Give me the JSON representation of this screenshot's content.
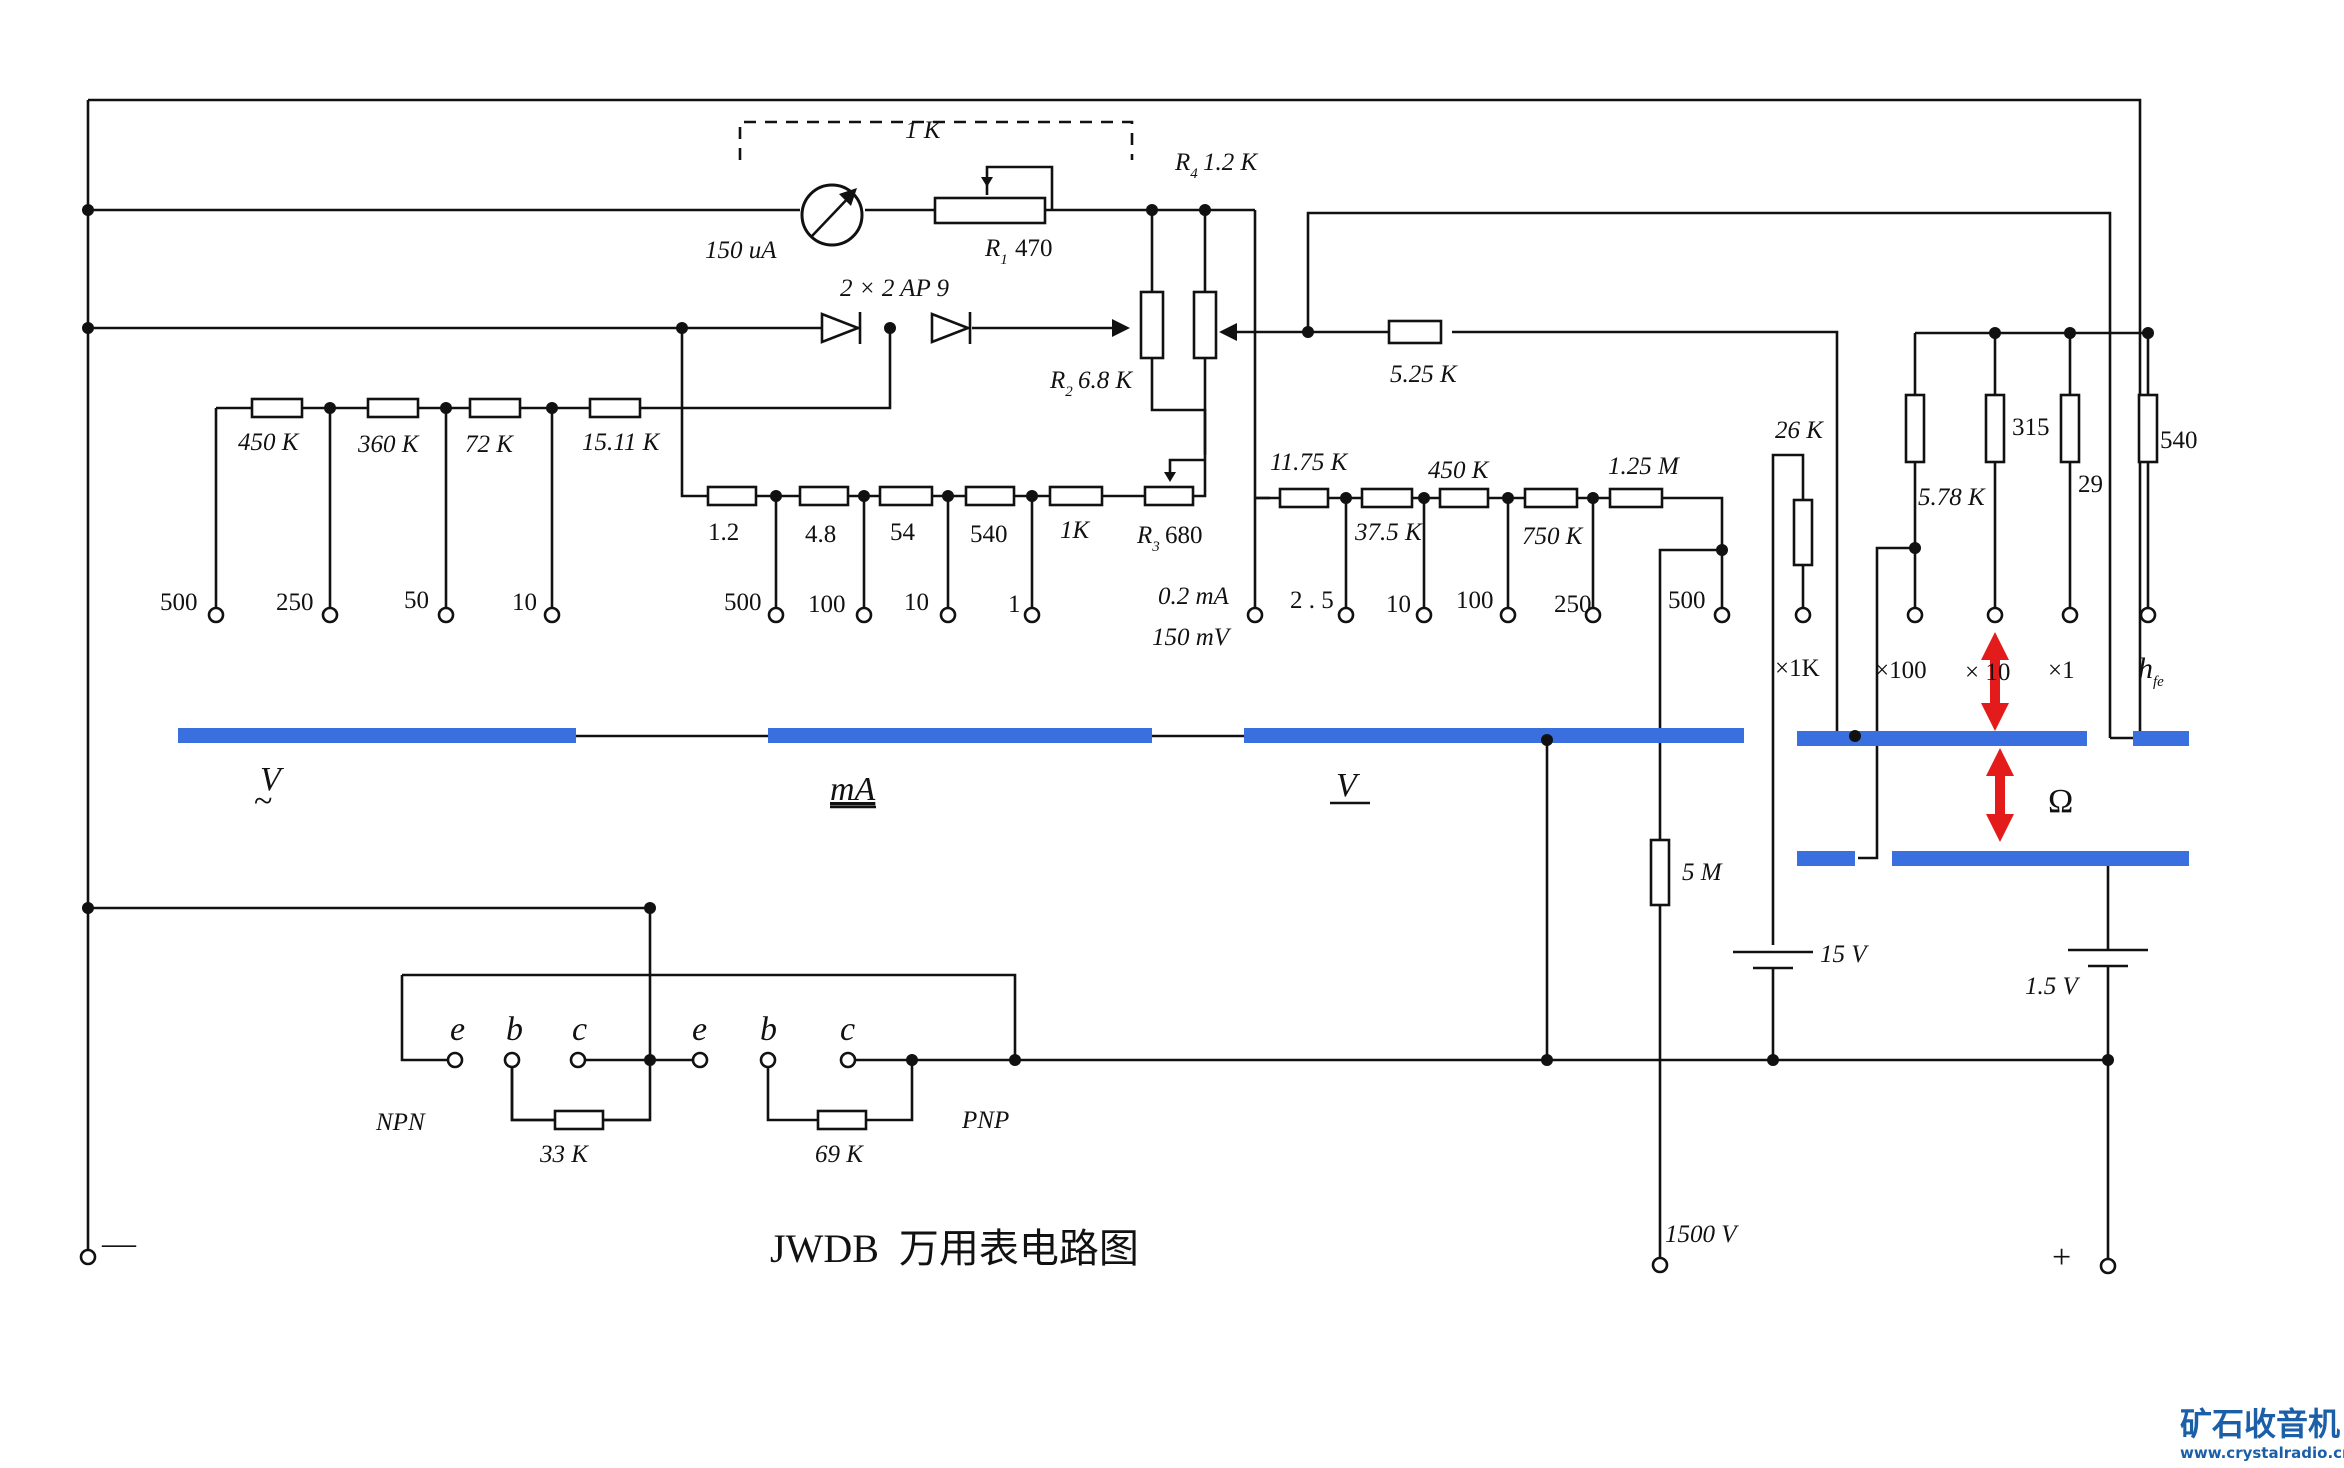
{
  "title": "JWDB  万用表电路图",
  "watermark": {
    "brand": "矿石收音机",
    "url": "www.crystalradio.cn"
  },
  "meter": {
    "current": "150 uA",
    "r1_label": "R",
    "r1_sub": "1",
    "r1_value": "470",
    "dashed_value": "1 K",
    "r4_label": "R",
    "r4_sub": "4",
    "r4_value": "1.2 K"
  },
  "diodes": {
    "label": "2 × 2 AP 9"
  },
  "pots": {
    "r2_label": "R",
    "r2_sub": "2",
    "r2_value": "6.8 K",
    "r3_label": "R",
    "r3_sub": "3",
    "r3_value": "680"
  },
  "ac_volt": {
    "resistors": [
      "450 K",
      "360 K",
      "72 K",
      "15.11 K"
    ],
    "ranges": [
      "500",
      "250",
      "50",
      "10"
    ]
  },
  "ma": {
    "resistors": [
      "1.2",
      "4.8",
      "54",
      "540",
      "1K"
    ],
    "ranges": [
      "500",
      "100",
      "10",
      "1"
    ]
  },
  "common": {
    "line1": "0.2 mA",
    "line2": "150 mV"
  },
  "dc_volt": {
    "resistors": [
      "11.75 K",
      "37.5 K",
      "450 K",
      "750 K",
      "1.25 M"
    ],
    "ranges": [
      "2 . 5",
      "10",
      "100",
      "250",
      "500"
    ],
    "hv_resistor": "5 M",
    "hv_terminal": "1500 V"
  },
  "ohm": {
    "series_resistor": "5.25 K",
    "resistors": [
      "26 K",
      "5.78 K",
      "315",
      "29",
      "540"
    ],
    "ranges": [
      "×1K",
      "×100",
      "× 10",
      "×1",
      "h",
      "fe"
    ],
    "symbol": "Ω",
    "battery_high": "15 V",
    "battery_low": "1.5 V"
  },
  "sections": {
    "ac": "V",
    "ac_mark": "~",
    "ma": "mA",
    "dc": "V"
  },
  "transistor": {
    "npn_pins": [
      "e",
      "b",
      "c"
    ],
    "pnp_pins": [
      "e",
      "b",
      "c"
    ],
    "npn": "NPN",
    "pnp": "PNP",
    "npn_resistor": "33 K",
    "pnp_resistor": "69 K"
  },
  "terminals": {
    "minus": "—",
    "plus": "+"
  },
  "colors": {
    "switch_bar": "#3a6fe0",
    "arrow": "#e41b1b",
    "watermark": "#1b5fa8"
  }
}
